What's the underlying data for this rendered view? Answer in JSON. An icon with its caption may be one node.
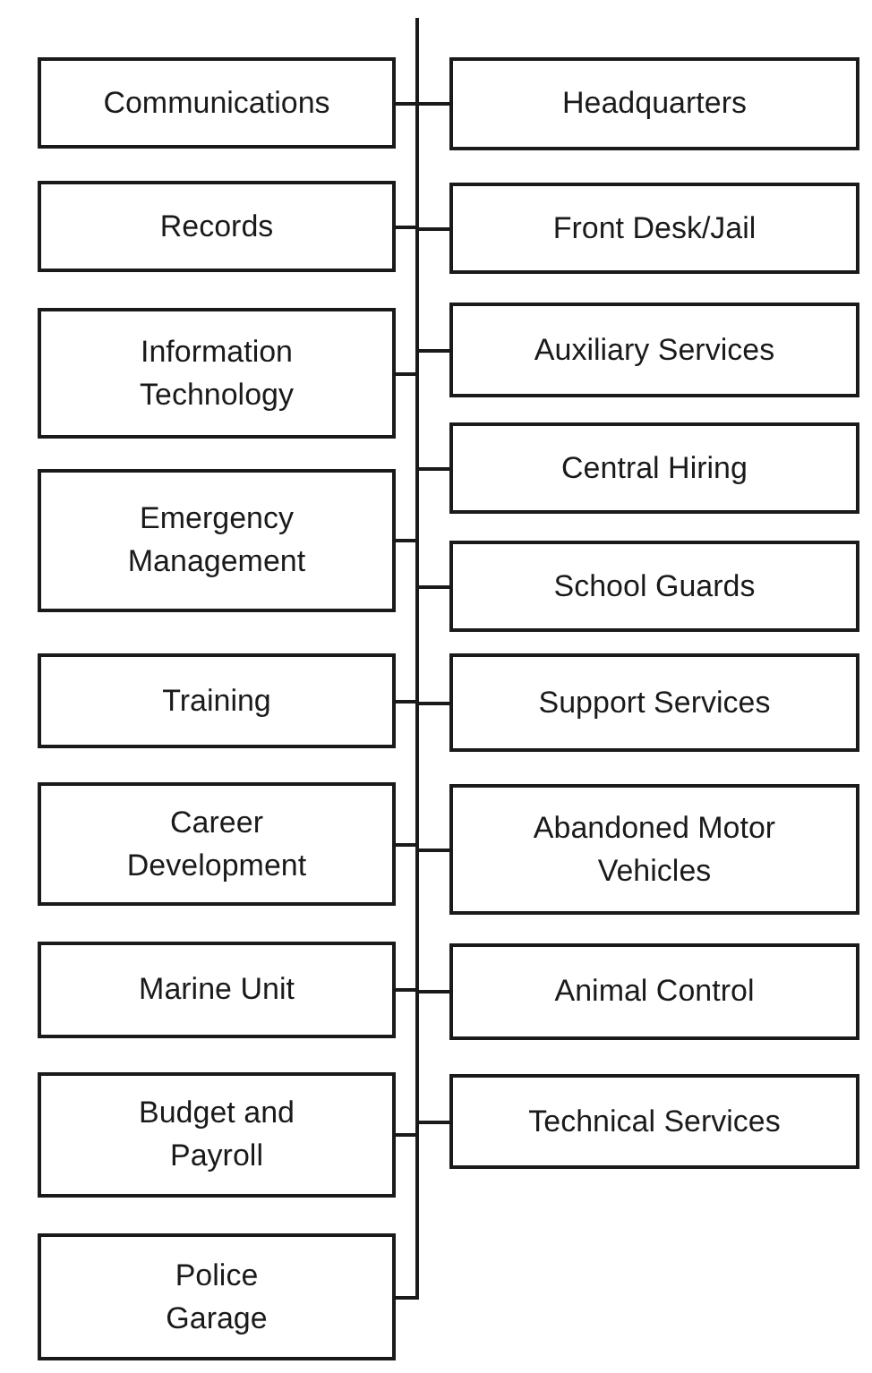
{
  "diagram": {
    "nodes": [
      {
        "text": [
          "Communications"
        ]
      },
      {
        "text": [
          "Headquarters"
        ]
      },
      {
        "text": [
          "Records"
        ]
      },
      {
        "text": [
          "Front Desk/Jail"
        ]
      },
      {
        "text": [
          "Information Technology"
        ]
      },
      {
        "text": [
          "Auxiliary Services"
        ]
      },
      {
        "text": [
          "Central Hiring"
        ]
      },
      {
        "text": [
          "Emergency Management"
        ]
      },
      {
        "text": [
          "School Guards"
        ]
      },
      {
        "text": [
          "Training"
        ]
      },
      {
        "text": [
          "Support Services"
        ]
      },
      {
        "text": [
          "Career Development"
        ]
      },
      {
        "text": [
          "Abandoned Motor Vehicles"
        ]
      },
      {
        "text": [
          "Marine Unit"
        ]
      },
      {
        "text": [
          "Animal Control"
        ]
      },
      {
        "text": [
          "Budget and Payroll"
        ]
      },
      {
        "text": [
          "Technical Services"
        ]
      },
      {
        "text": [
          "Police Garage"
        ]
      },
      {
        "text": [],
        "shape": "bar"
      }
    ],
    "edges": [
      {
        "from": 18,
        "to": 0,
        "arrow": "none"
      },
      {
        "from": 18,
        "to": 1,
        "arrow": "none"
      },
      {
        "from": 18,
        "to": 2,
        "arrow": "none"
      },
      {
        "from": 18,
        "to": 3,
        "arrow": "none"
      },
      {
        "from": 18,
        "to": 4,
        "arrow": "none"
      },
      {
        "from": 18,
        "to": 5,
        "arrow": "none"
      },
      {
        "from": 18,
        "to": 6,
        "arrow": "none"
      },
      {
        "from": 18,
        "to": 7,
        "arrow": "none"
      },
      {
        "from": 18,
        "to": 8,
        "arrow": "none"
      },
      {
        "from": 18,
        "to": 9,
        "arrow": "none"
      },
      {
        "from": 18,
        "to": 10,
        "arrow": "none"
      },
      {
        "from": 18,
        "to": 11,
        "arrow": "none"
      },
      {
        "from": 18,
        "to": 12,
        "arrow": "none"
      },
      {
        "from": 18,
        "to": 13,
        "arrow": "none"
      },
      {
        "from": 18,
        "to": 14,
        "arrow": "none"
      },
      {
        "from": 18,
        "to": 15,
        "arrow": "none"
      },
      {
        "from": 18,
        "to": 16,
        "arrow": "none"
      },
      {
        "from": 18,
        "to": 17,
        "arrow": "none"
      }
    ]
  }
}
